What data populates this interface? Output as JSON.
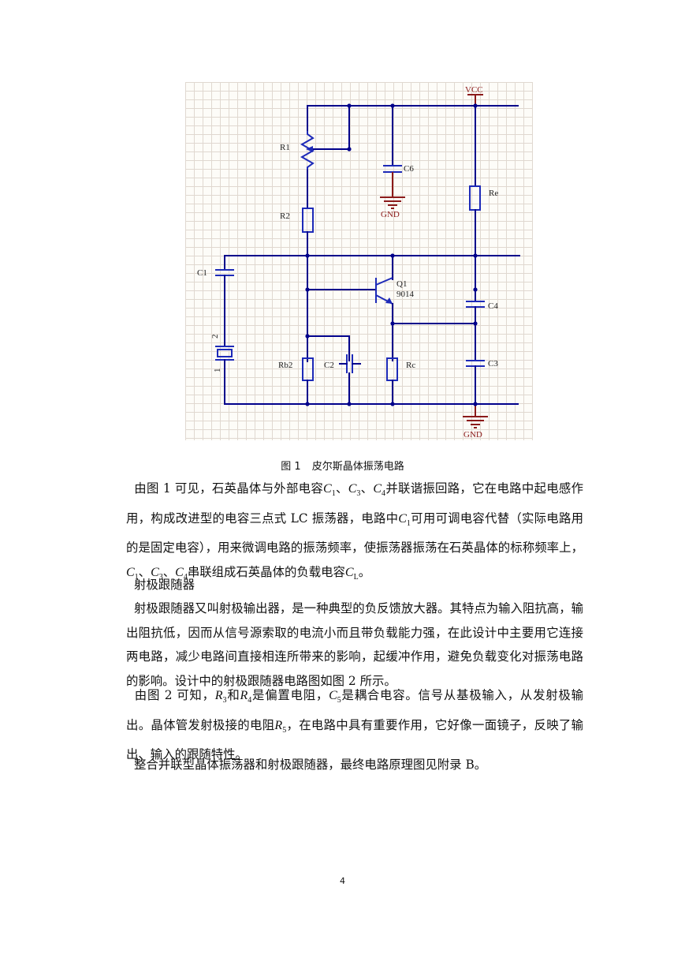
{
  "figure": {
    "labels": {
      "vcc": "VCC",
      "r1": "R1",
      "r2": "R2",
      "c6": "C6",
      "gnd_top": "GND",
      "re": "Re",
      "c1": "C1",
      "q1": "Q1",
      "q1_model": "9014",
      "c4": "C4",
      "crystal_pin2": "2",
      "crystal_pin1": "1",
      "rb2": "Rb2",
      "c2": "C2",
      "rc": "Rc",
      "c3": "C3",
      "gnd_bottom": "GND"
    },
    "colors": {
      "wire": "#00008b",
      "component": "#1d2ab8",
      "ground": "#8b1a1a",
      "grid": "#e0d8d0"
    }
  },
  "caption": {
    "number": "图 1",
    "title": "皮尔斯晶体振荡电路"
  },
  "p1": {
    "t1": "由图 1 可见，石英晶体与外部电容",
    "s1": "C",
    "s1sub": "1",
    "t2": "、",
    "s2": "C",
    "s2sub": "3",
    "t3": "、",
    "s3": "C",
    "s3sub": "4",
    "t4": "并联谐振回路，它在电路中起电感作用，构成改进型的电容三点式 LC 振荡器，电路中",
    "s4": "C",
    "s4sub": "1",
    "t5": "可用可调电容代替（实际电路用的是固定电容），用来微调电路的振荡频率，使振荡器振荡在石英晶体的标称频率上，",
    "s5": "C",
    "s5sub": "1",
    "t6": "、",
    "s6": "C",
    "s6sub": "3",
    "t7": "、",
    "s7": "C",
    "s7sub": "4",
    "t8": "串联组成石英晶体的负载电容",
    "s8": "C",
    "s8sub": "L",
    "t9": "。"
  },
  "heading": "射极跟随器",
  "p2": "射极跟随器又叫射极输出器，是一种典型的负反馈放大器。其特点为输入阻抗高，输出阻抗低，因而从信号源索取的电流小而且带负载能力强，在此设计中主要用它连接两电路，减少电路间直接相连所带来的影响，起缓冲作用，避免负载变化对振荡电路的影响。设计中的射极跟随器电路图如图 2 所示。",
  "p3": {
    "t1": "由图 2 可知，",
    "s1": "R",
    "s1sub": "3",
    "t2": "和",
    "s2": "R",
    "s2sub": "4",
    "t3": "是偏置电阻，",
    "s3": "C",
    "s3sub": "5",
    "t4": "是耦合电容。信号从基极输入，从发射极输出。晶体管发射极接的电阻",
    "s4": "R",
    "s4sub": "5",
    "t5": "，在电路中具有重要作用，它好像一面镜子，反映了输出、输入的跟随特性。"
  },
  "p4": "整合并联型晶体振荡器和射极跟随器，最终电路原理图见附录 B。",
  "page_number": "4"
}
